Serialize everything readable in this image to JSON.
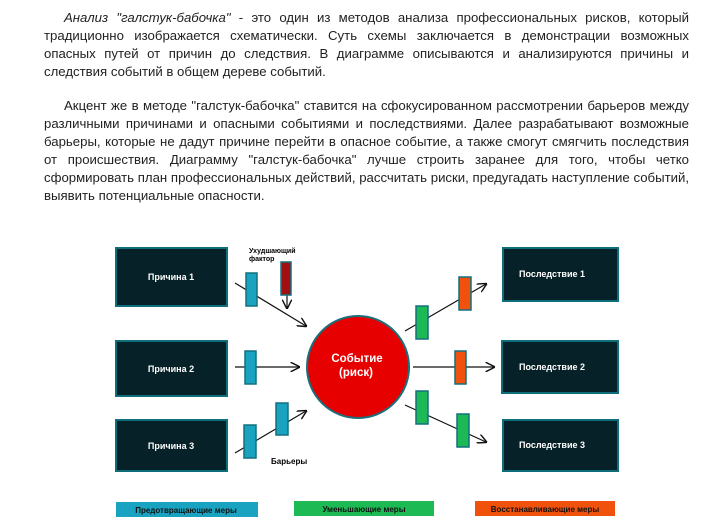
{
  "text": {
    "p1_italic": "Анализ \"галстук-бабочка\"",
    "p1_rest": " - это один из методов анализа профессиональных рисков, который традиционно изображается схематически. Суть схемы заключается в демонстрации возможных опасных путей от причин до следствия. В диаграмме описываются и анализируются причины и следствия событий в общем дереве событий.",
    "p2": "Акцент же в методе \"галстук-бабочка\" ставится на сфокусированном рассмотрении барьеров между различными причинами и опасными событиями и последствиями. Далее разрабатывают возможные барьеры, которые не дадут причине перейти в опасное событие, а также смогут смягчить последствия от происшествия. Диаграмму \"галстук-бабочка\" лучше строить заранее для того, чтобы четко сформировать план профессиональных действий, рассчитать риски, предугадать наступление событий, выявить потенциальные опасности."
  },
  "diagram": {
    "causes": [
      "Причина  1",
      "Причина  2",
      "Причина  3"
    ],
    "consequences": [
      "Последствие  1",
      "Последствие  2",
      "Последствие  3"
    ],
    "event_line1": "Событие",
    "event_line2": "(риск)",
    "worsening_factor_1": "Ухудшающий",
    "worsening_factor_2": "фактор",
    "barriers_label": "Барьеры",
    "legend": [
      "Предотвращающие меры",
      "Уменьшающие меры",
      "Восстанавливающие меры"
    ],
    "colors": {
      "prevent": "#1aa3c0",
      "reduce": "#1db954",
      "restore": "#f0520e",
      "event": "#e60000",
      "worsen": "#a01010"
    }
  }
}
